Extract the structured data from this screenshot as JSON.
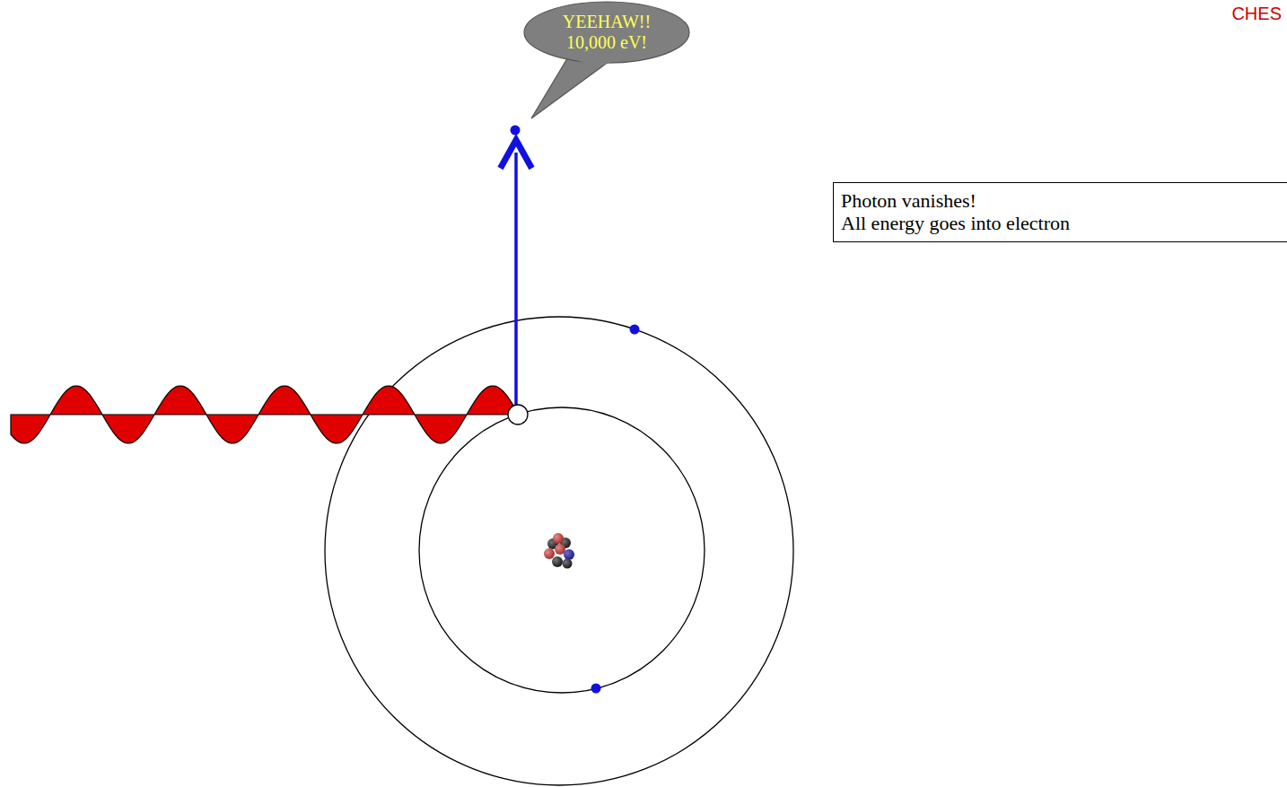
{
  "diagram": {
    "nodes": [
      {
        "text": [
          "YEEHAW!!",
          "10,000 eV!"
        ]
      },
      {
        "text": [
          "Photon vanishes!",
          "All energy goes into electron"
        ]
      }
    ],
    "labels": [
      "CHES"
    ]
  }
}
